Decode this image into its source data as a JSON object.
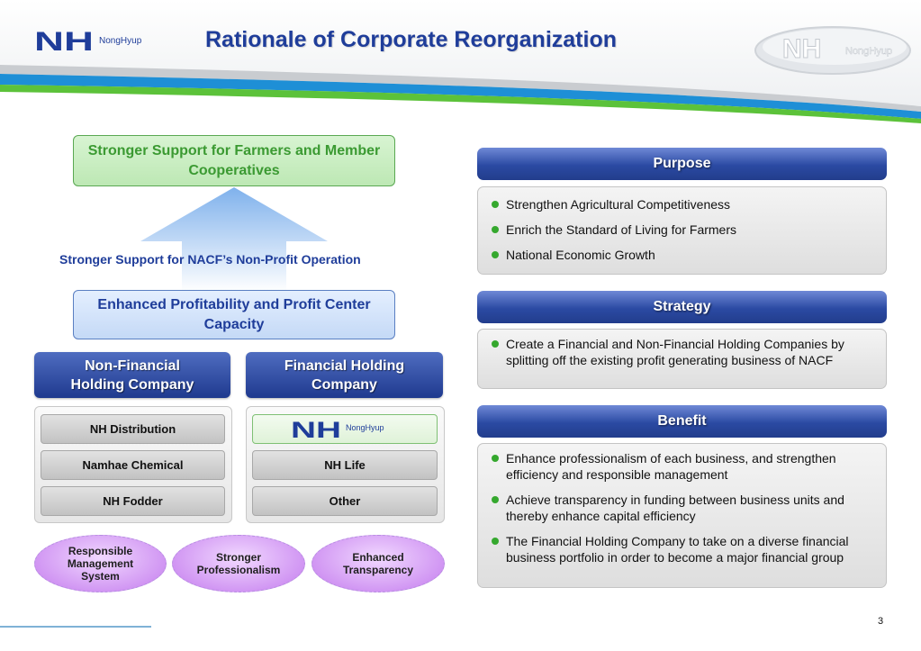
{
  "header": {
    "logo_text": "NH",
    "logo_subtext": "NongHyup",
    "title": "Rationale of Corporate Reorganization"
  },
  "left": {
    "top_box": "Stronger Support for Farmers and Member Cooperatives",
    "arrow_label": "Stronger Support for NACF’s Non-Profit Operation",
    "profit_box": "Enhanced Profitability and Profit Center Capacity",
    "non_financial": {
      "title": "Non-Financial Holding Company",
      "items": [
        "NH Distribution",
        "Namhae Chemical",
        "NH Fodder"
      ]
    },
    "financial": {
      "title": "Financial Holding Company",
      "logo_text": "NH",
      "logo_subtext": "NongHyup",
      "items": [
        "NH Life",
        "Other"
      ]
    },
    "ovals": [
      "Responsible Management System",
      "Stronger Professionalism",
      "Enhanced Transparency"
    ]
  },
  "right": {
    "purpose": {
      "title": "Purpose",
      "bullets": [
        "Strengthen Agricultural Competitiveness",
        "Enrich the Standard of Living for Farmers",
        "National Economic Growth"
      ]
    },
    "strategy": {
      "title": "Strategy",
      "bullets": [
        "Create a Financial and Non-Financial Holding Companies by splitting off the existing profit generating business of NACF"
      ]
    },
    "benefit": {
      "title": "Benefit",
      "bullets": [
        "Enhance professionalism of each business, and strengthen efficiency and responsible management",
        "Achieve transparency in funding between business units and thereby enhance capital efficiency",
        "The Financial Holding Company to take on a diverse financial business portfolio in order to become a major financial group"
      ]
    }
  },
  "footer": {
    "page_number": "3"
  },
  "colors": {
    "brand_blue": "#1f3d9a",
    "accent_green": "#3b9a32",
    "bullet_green": "#35a82e",
    "oval_purple": "#cf92f2"
  }
}
